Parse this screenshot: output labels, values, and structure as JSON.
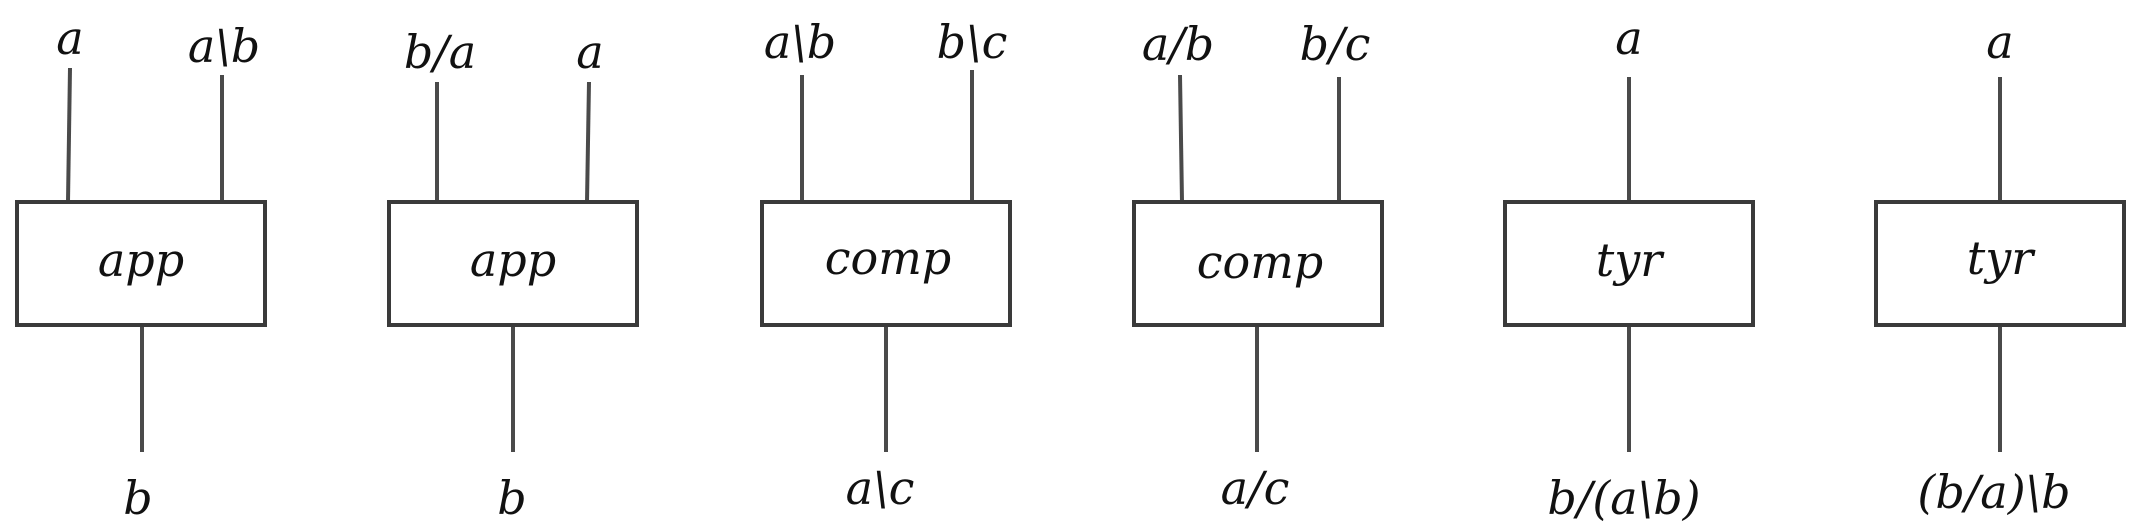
{
  "diagrams": [
    {
      "box_label": "app",
      "inputs": [
        "a",
        "a\\b"
      ],
      "output": "b"
    },
    {
      "box_label": "app",
      "inputs": [
        "b/a",
        "a"
      ],
      "output": "b"
    },
    {
      "box_label": "comp",
      "inputs": [
        "a\\b",
        "b\\c"
      ],
      "output": "a\\c"
    },
    {
      "box_label": "comp",
      "inputs": [
        "a/b",
        "b/c"
      ],
      "output": "a/c"
    },
    {
      "box_label": "tyr",
      "inputs": [
        "a"
      ],
      "output": "b/(a\\b)"
    },
    {
      "box_label": "tyr",
      "inputs": [
        "a"
      ],
      "output": "(b/a)\\b"
    }
  ]
}
